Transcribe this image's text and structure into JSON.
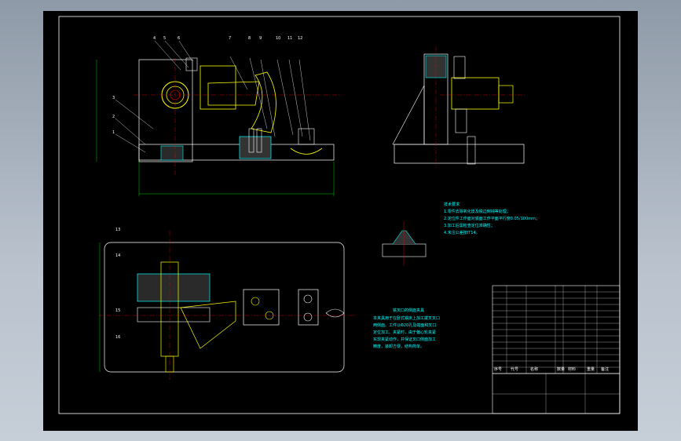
{
  "drawing": {
    "part_numbers_front": [
      "4",
      "5",
      "6",
      "7",
      "8",
      "9",
      "10",
      "11",
      "12"
    ],
    "part_numbers_left": [
      "3",
      "2",
      "1"
    ],
    "part_numbers_plan": [
      "13",
      "14",
      "15",
      "16"
    ],
    "tech_title": "技术要求",
    "tech_lines": [
      "1.零件去除氧化皮及锐边倒钝等处理；",
      "2.定位件工作面对底面工作平面平行度0.05/100mm；",
      "3.加工后需检查定位准确性；",
      "4.未注公差按IT14。"
    ],
    "spec_title": "铣叉口的侧面夹具",
    "spec_lines": [
      "本夹具用于在卧式铣床上加工拨叉叉口",
      "两侧面。工件以Φ20孔及端面和叉口",
      "定位加工。夹紧时，由于偏心轮夹紧",
      "实现夹紧动作，并保证叉口侧面加工",
      "精度，装卸方便，结构简单。"
    ],
    "bom_footer": [
      "序号",
      "代号",
      "名称",
      "数量",
      "材料",
      "重量",
      "备注"
    ]
  }
}
